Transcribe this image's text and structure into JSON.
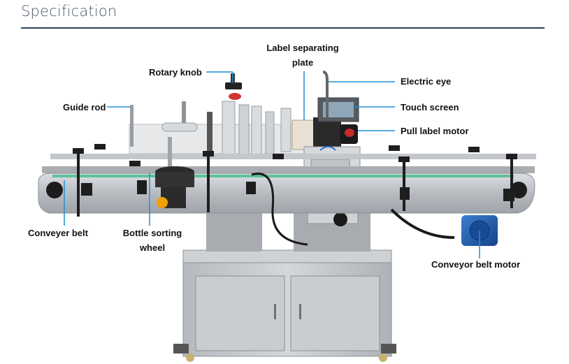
{
  "section": {
    "title": "Specification"
  },
  "labels": {
    "label_separating_plate_line1": "Label separating",
    "label_separating_plate_line2": "plate",
    "rotary_knob": "Rotary knob",
    "guide_rod": "Guide rod",
    "electric_eye": "Electric eye",
    "touch_screen": "Touch screen",
    "pull_label_motor": "Pull label motor",
    "conveyer_belt": "Conveyer belt",
    "bottle_sorting_wheel_line1": "Bottle sorting",
    "bottle_sorting_wheel_line2": "wheel",
    "conveyor_belt_motor": "Conveyor belt motor"
  },
  "colors": {
    "title": "#4a5a6a",
    "rule": "#2d4159",
    "callout_line": "#1e8fd6",
    "steel": "#b9bcc0",
    "belt_motor": "#1f5fb0",
    "emergency_stop": "#d82020"
  }
}
